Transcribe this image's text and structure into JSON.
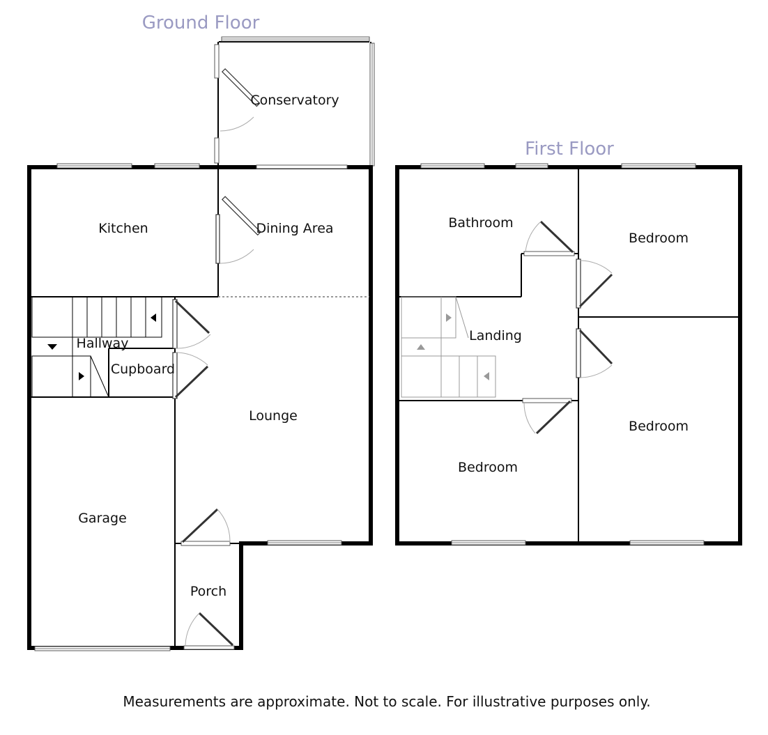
{
  "floors": {
    "ground": {
      "title": "Ground Floor",
      "rooms": {
        "conservatory": "Conservatory",
        "kitchen": "Kitchen",
        "dining": "Dining Area",
        "hallway": "Hallway",
        "cupboard": "Cupboard",
        "lounge": "Lounge",
        "garage": "Garage",
        "porch": "Porch"
      }
    },
    "first": {
      "title": "First Floor",
      "rooms": {
        "bathroom": "Bathroom",
        "bedroom_top": "Bedroom",
        "landing": "Landing",
        "bedroom_right": "Bedroom",
        "bedroom_left": "Bedroom"
      }
    }
  },
  "footer": {
    "disclaimer": "Measurements are approximate. Not to scale. For illustrative purposes only."
  }
}
